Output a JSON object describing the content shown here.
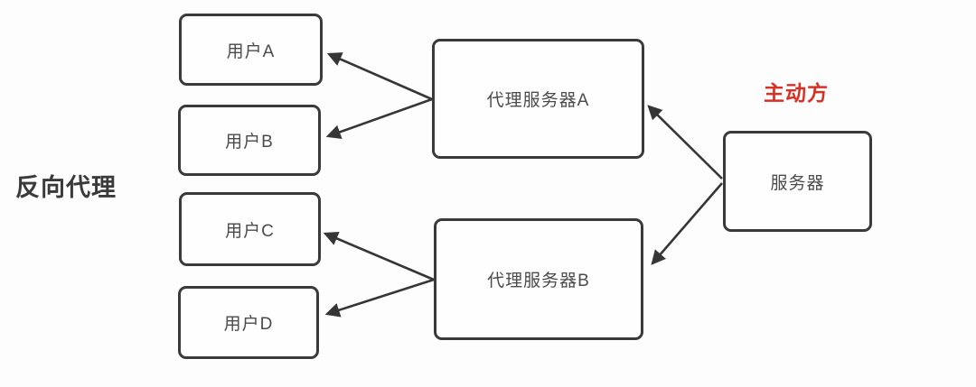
{
  "labels": {
    "reverse_proxy": "反向代理",
    "active_party": "主动方"
  },
  "nodes": {
    "user_a": {
      "label": "用户A"
    },
    "user_b": {
      "label": "用户B"
    },
    "user_c": {
      "label": "用户C"
    },
    "user_d": {
      "label": "用户D"
    },
    "proxy_a": {
      "label": "代理服务器A"
    },
    "proxy_b": {
      "label": "代理服务器B"
    },
    "server": {
      "label": "服务器"
    }
  },
  "edges": [
    {
      "from": "代理服务器A",
      "to": "用户A"
    },
    {
      "from": "代理服务器A",
      "to": "用户B"
    },
    {
      "from": "代理服务器B",
      "to": "用户C"
    },
    {
      "from": "代理服务器B",
      "to": "用户D"
    },
    {
      "from": "服务器",
      "to": "代理服务器A"
    },
    {
      "from": "服务器",
      "to": "代理服务器B"
    }
  ],
  "colors": {
    "box_border": "#3a3a3a",
    "box_text": "#4b4b4b",
    "arrow": "#363636",
    "active_red": "#d93025",
    "background": "#fdfdfd"
  }
}
